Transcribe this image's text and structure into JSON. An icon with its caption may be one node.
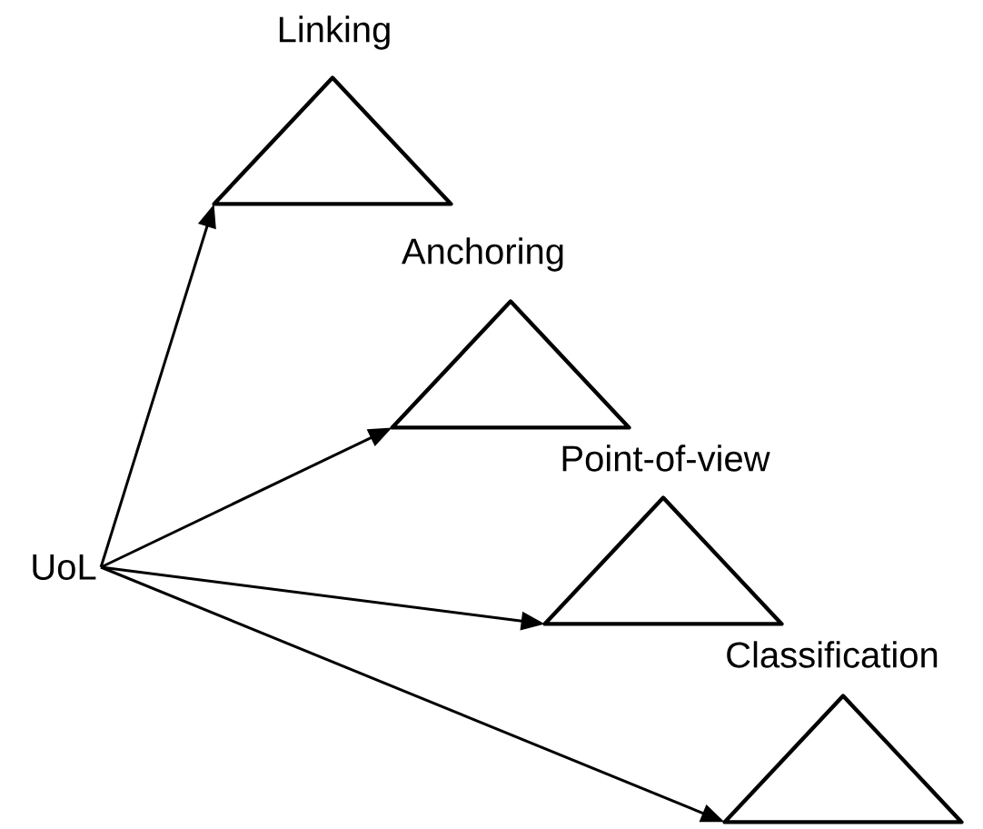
{
  "diagram": {
    "nodes": [
      {
        "text": [
          "UoL"
        ]
      },
      {
        "text": [
          "Linking"
        ]
      },
      {
        "text": [
          "Anchoring"
        ]
      },
      {
        "text": [
          "Point-of-view"
        ]
      },
      {
        "text": [
          "Classification"
        ]
      }
    ],
    "edges": [
      {
        "from": 0,
        "to": 1,
        "arrow": "to"
      },
      {
        "from": 0,
        "to": 2,
        "arrow": "to"
      },
      {
        "from": 0,
        "to": 3,
        "arrow": "to"
      },
      {
        "from": 0,
        "to": 4,
        "arrow": "to"
      }
    ]
  }
}
